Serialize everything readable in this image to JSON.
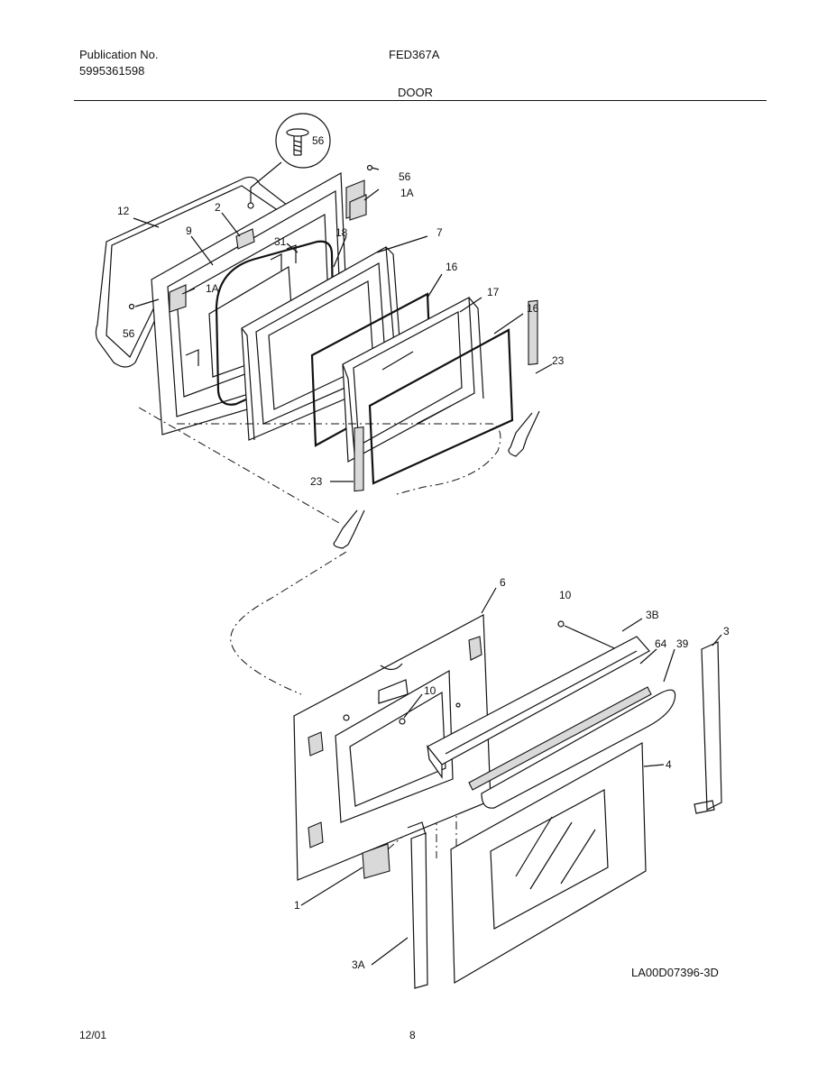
{
  "header": {
    "publication_label": "Publication No.",
    "publication_number": "5995361598",
    "model": "FED367A",
    "section": "DOOR"
  },
  "footer": {
    "date": "12/01",
    "page": "8"
  },
  "drawing_id": "LA00D07396-3D",
  "callouts": {
    "c56_detail": "56",
    "c56_top": "56",
    "c1A_top": "1A",
    "c12": "12",
    "c2": "2",
    "c9": "9",
    "c31": "31",
    "c18": "18",
    "c7": "7",
    "c16_a": "16",
    "c1A_left": "1A",
    "c17": "17",
    "c16_b": "16",
    "c56_left": "56",
    "c23_right": "23",
    "c23_left": "23",
    "c6": "6",
    "c10_top": "10",
    "c3B": "3B",
    "c64": "64",
    "c39": "39",
    "c3": "3",
    "c10_mid": "10",
    "c4": "4",
    "c1": "1",
    "c3A": "3A"
  }
}
